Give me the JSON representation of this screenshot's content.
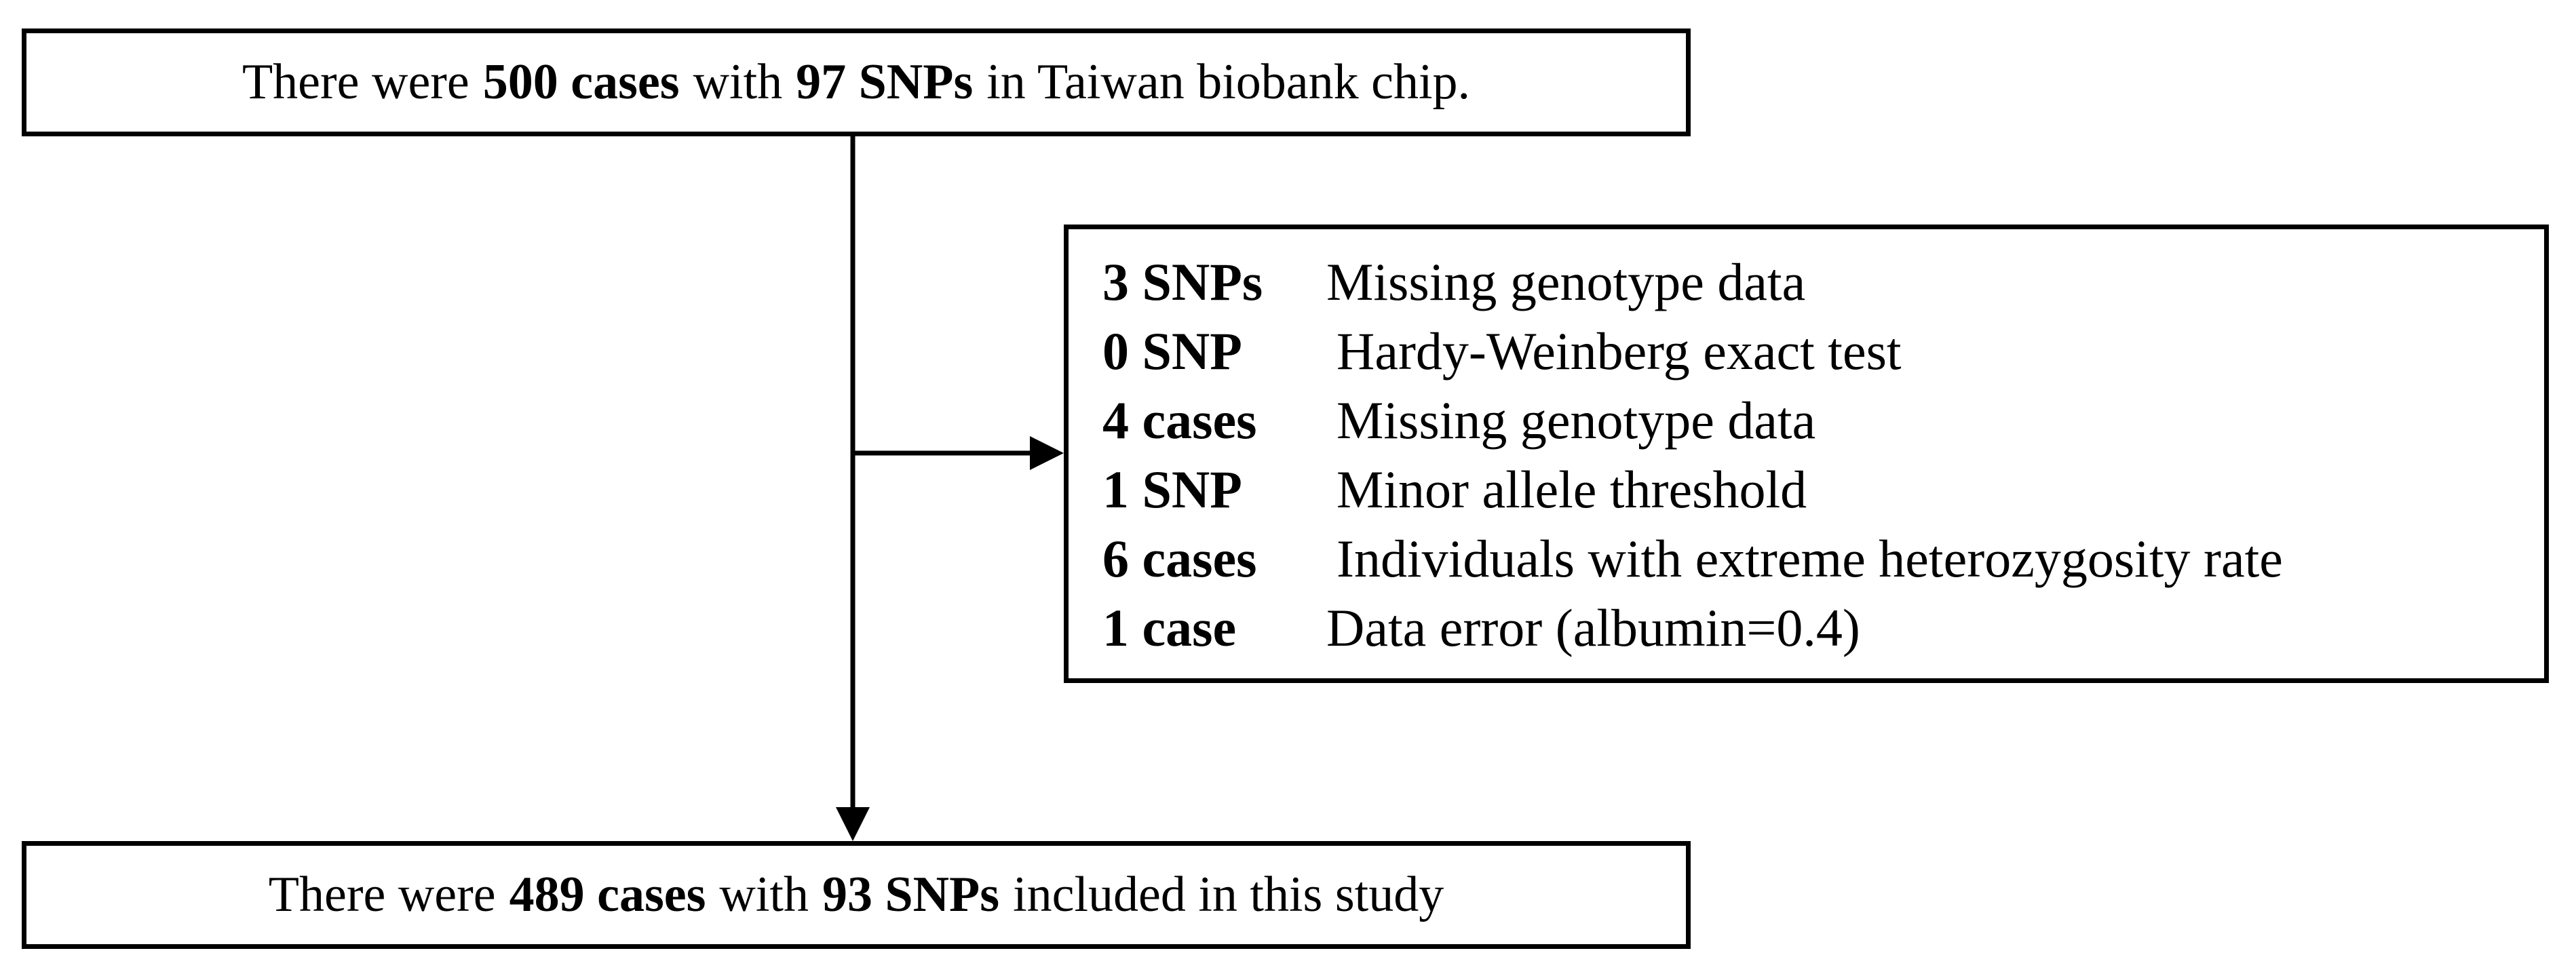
{
  "top_box": {
    "prefix": "There were",
    "cases": "500 cases",
    "middle": "with",
    "snps": "97 SNPs",
    "suffix": "in Taiwan  biobank chip."
  },
  "exclusions": [
    {
      "count": "3 SNPs",
      "reason": "Missing genotype data"
    },
    {
      "count": "0 SNP",
      "reason": "Hardy-Weinberg exact test"
    },
    {
      "count": "4 cases",
      "reason": "Missing genotype data"
    },
    {
      "count": "1 SNP",
      "reason": "Minor allele  threshold"
    },
    {
      "count": "6 cases",
      "reason": "Individuals with extreme heterozygosity rate"
    },
    {
      "count": "1 case",
      "reason": "Data error (albumin=0.4)"
    }
  ],
  "bottom_box": {
    "prefix": "There were",
    "cases": "489 cases",
    "middle": "with",
    "snps": "93 SNPs",
    "suffix": "included in this study"
  }
}
